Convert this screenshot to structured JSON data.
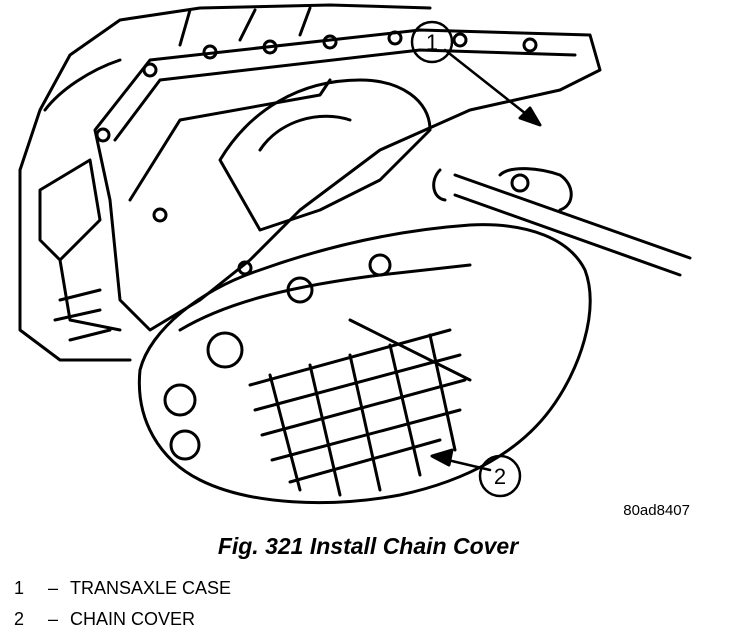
{
  "figure": {
    "callouts": [
      {
        "number": "1"
      },
      {
        "number": "2"
      }
    ],
    "image_code": "80ad8407"
  },
  "caption": "Fig. 321 Install Chain Cover",
  "legend": [
    {
      "number": "1",
      "dash": "–",
      "label": "TRANSAXLE CASE"
    },
    {
      "number": "2",
      "dash": "–",
      "label": "CHAIN COVER"
    }
  ]
}
